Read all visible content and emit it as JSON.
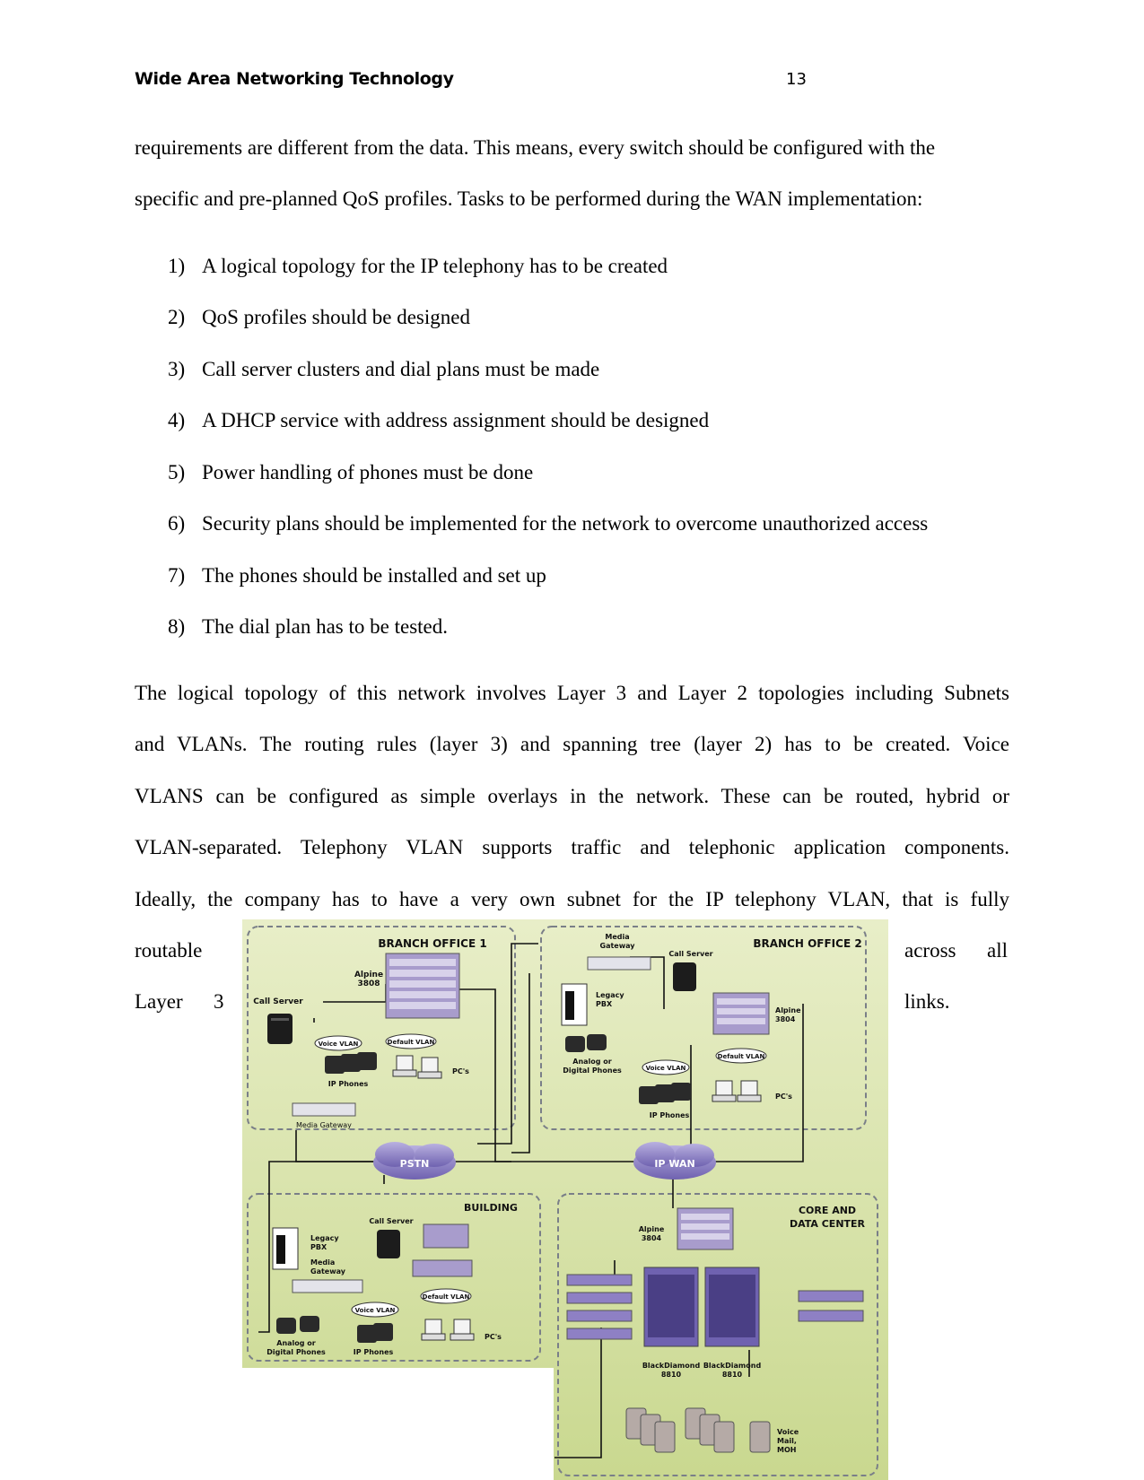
{
  "header": {
    "title": "Wide Area Networking Technology",
    "page_number": "13"
  },
  "intro": {
    "line1": "requirements are different from the data. This means, every switch should be configured with the",
    "line2": "specific and pre-planned QoS profiles. Tasks to be performed during the WAN implementation:"
  },
  "tasks": [
    {
      "num": "1)",
      "text": "A logical topology for the IP telephony has to be created"
    },
    {
      "num": "2)",
      "text": "QoS profiles should be designed"
    },
    {
      "num": "3)",
      "text": "Call server clusters and dial plans must be made"
    },
    {
      "num": "4)",
      "text": "A DHCP service with address assignment should be designed"
    },
    {
      "num": "5)",
      "text": "Power handling of phones must be done"
    },
    {
      "num": "6)",
      "text": "Security plans should be implemented for the network to overcome unauthorized access"
    },
    {
      "num": "7)",
      "text": "The phones should be installed and set up"
    },
    {
      "num": "8)",
      "text": "The dial plan has to be tested."
    }
  ],
  "paragraph": {
    "line1": "The logical topology of this network involves Layer 3 and Layer 2 topologies including Subnets",
    "line2": "and VLANs. The routing rules (layer 3) and spanning tree (layer 2) has to be created. Voice",
    "line3": "VLANS can be configured as simple overlays in the network. These can be routed, hybrid or",
    "line4": "VLAN-separated. Telephony VLAN supports traffic and telephonic application components.",
    "line5": "Ideally, the company has to have a very own subnet for the IP telephony VLAN, that is fully",
    "left1": "routable",
    "right1a": "across",
    "right1b": "all",
    "left2a": "Layer",
    "left2b": "3",
    "right2": "links."
  },
  "diagram": {
    "branch1": "BRANCH OFFICE 1",
    "branch2": "BRANCH OFFICE 2",
    "building": "BUILDING",
    "core_line1": "CORE AND",
    "core_line2": "DATA CENTER",
    "call_server": "Call Server",
    "alpine_3808_a": "Alpine",
    "alpine_3808_b": "3808",
    "alpine_3804_a": "Alpine",
    "alpine_3804_b": "3804",
    "voice_vlan": "Voice VLAN",
    "default_vlan": "Default VLAN",
    "ip_phones": "IP Phones",
    "pcs": "PC's",
    "media_gateway": "Media Gateway",
    "media_a": "Media",
    "gateway_b": "Gateway",
    "legacy_a": "Legacy",
    "pbx_b": "PBX",
    "analog_a": "Analog or",
    "analog_b": "Digital Phones",
    "pstn": "PSTN",
    "ip_wan": "IP WAN",
    "bd_a": "BlackDiamond",
    "bd_b": "8810",
    "voice_mail_a": "Voice",
    "voice_mail_b": "Mail,",
    "voice_mail_c": "MOH"
  }
}
